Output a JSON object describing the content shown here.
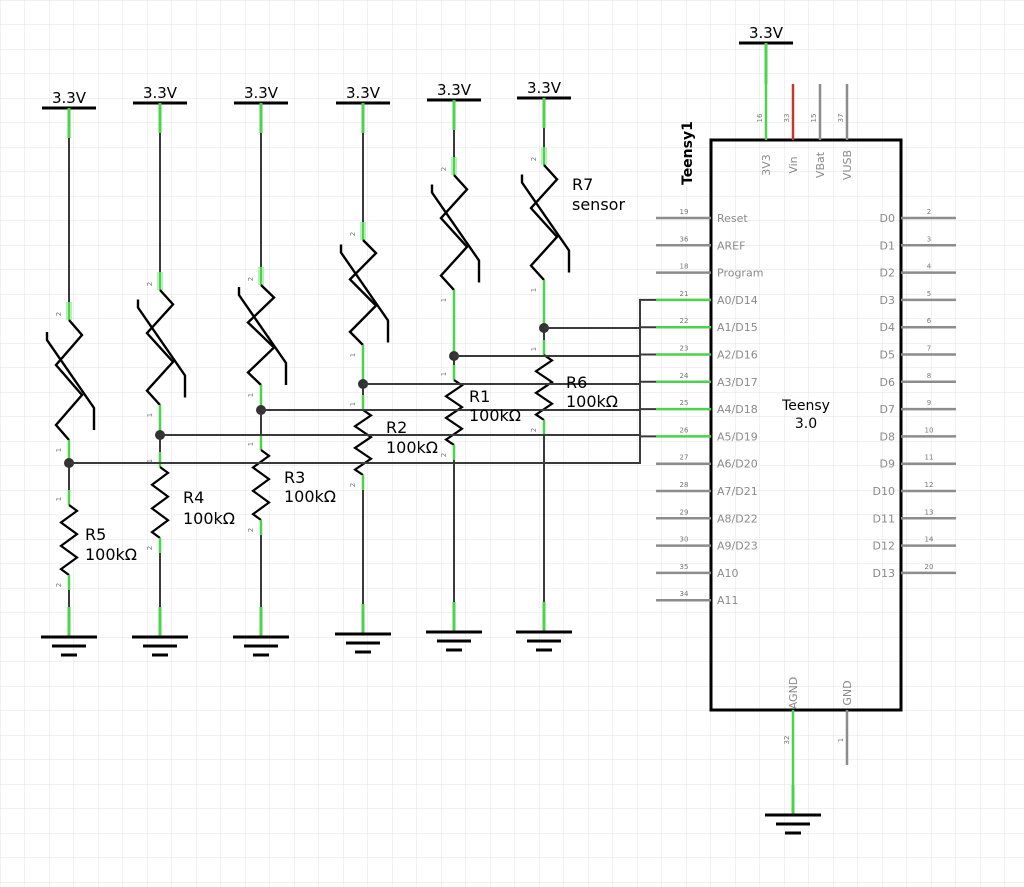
{
  "power_label": "3.3V",
  "chip": {
    "ref": "Teensy1",
    "name_line1": "Teensy",
    "name_line2": "3.0",
    "top_pins": [
      {
        "num": "16",
        "name": "3V3"
      },
      {
        "num": "33",
        "name": "Vin"
      },
      {
        "num": "15",
        "name": "VBat"
      },
      {
        "num": "37",
        "name": "VUSB"
      }
    ],
    "left_pins": [
      {
        "num": "19",
        "name": "Reset"
      },
      {
        "num": "36",
        "name": "AREF"
      },
      {
        "num": "18",
        "name": "Program"
      },
      {
        "num": "21",
        "name": "A0/D14"
      },
      {
        "num": "22",
        "name": "A1/D15"
      },
      {
        "num": "23",
        "name": "A2/D16"
      },
      {
        "num": "24",
        "name": "A3/D17"
      },
      {
        "num": "25",
        "name": "A4/D18"
      },
      {
        "num": "26",
        "name": "A5/D19"
      },
      {
        "num": "27",
        "name": "A6/D20"
      },
      {
        "num": "28",
        "name": "A7/D21"
      },
      {
        "num": "29",
        "name": "A8/D22"
      },
      {
        "num": "30",
        "name": "A9/D23"
      },
      {
        "num": "35",
        "name": "A10"
      },
      {
        "num": "34",
        "name": "A11"
      }
    ],
    "right_pins": [
      {
        "num": "2",
        "name": "D0"
      },
      {
        "num": "3",
        "name": "D1"
      },
      {
        "num": "4",
        "name": "D2"
      },
      {
        "num": "5",
        "name": "D3"
      },
      {
        "num": "6",
        "name": "D4"
      },
      {
        "num": "7",
        "name": "D5"
      },
      {
        "num": "8",
        "name": "D6"
      },
      {
        "num": "9",
        "name": "D7"
      },
      {
        "num": "10",
        "name": "D8"
      },
      {
        "num": "11",
        "name": "D9"
      },
      {
        "num": "12",
        "name": "D10"
      },
      {
        "num": "13",
        "name": "D11"
      },
      {
        "num": "14",
        "name": "D12"
      },
      {
        "num": "20",
        "name": "D13"
      }
    ],
    "bottom_pins": [
      {
        "num": "32",
        "name": "AGND"
      },
      {
        "num": "1",
        "name": "GND"
      }
    ]
  },
  "resistors": {
    "R1": {
      "ref": "R1",
      "value": "100kΩ"
    },
    "R2": {
      "ref": "R2",
      "value": "100kΩ"
    },
    "R3": {
      "ref": "R3",
      "value": "100kΩ"
    },
    "R4": {
      "ref": "R4",
      "value": "100kΩ"
    },
    "R5": {
      "ref": "R5",
      "value": "100kΩ"
    },
    "R6": {
      "ref": "R6",
      "value": "100kΩ"
    },
    "R7": {
      "ref": "R7",
      "value": "sensor"
    }
  },
  "colors": {
    "grid": "#e3e3e3",
    "wire": "#3a3a3a",
    "pin_connected": "#4cd34c",
    "pin_unconnected": "#8c8c8c",
    "pin_vin": "#c0392b",
    "pin_highlight": "#b6f0b6"
  }
}
